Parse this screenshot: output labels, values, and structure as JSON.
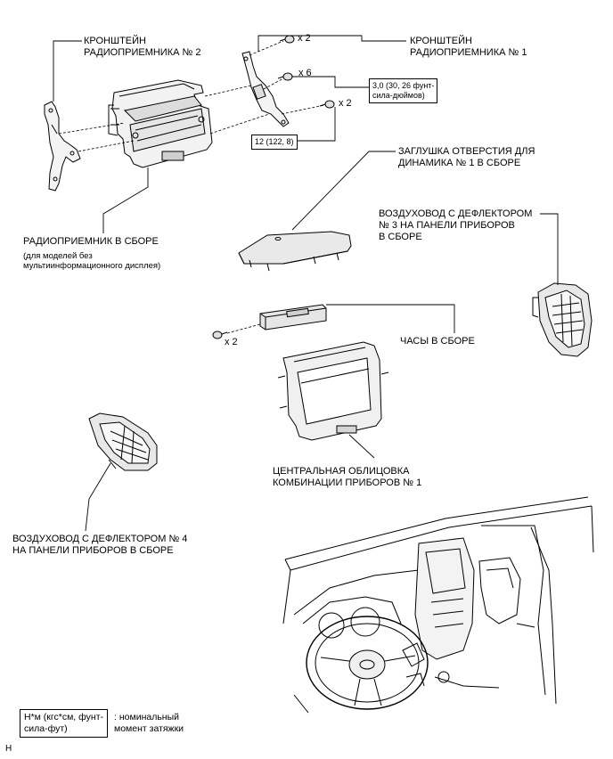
{
  "labels": {
    "bracket2": [
      "КРОНШТЕЙН",
      "РАДИОПРИЕМНИКА № 2"
    ],
    "bracket1": [
      "КРОНШТЕЙН",
      "РАДИОПРИЕМНИКА № 1"
    ],
    "radio": "РАДИОПРИЕМНИК В СБОРЕ",
    "radio_note": [
      "(для моделей без",
      "мультиинформационного дисплея)"
    ],
    "speaker_cover": [
      "ЗАГЛУШКА ОТВЕРСТИЯ ДЛЯ",
      "ДИНАМИКА № 1 В СБОРЕ"
    ],
    "vent3": [
      "ВОЗДУХОВОД С ДЕФЛЕКТОРОМ",
      "№ 3 НА ПАНЕЛИ ПРИБОРОВ",
      "В СБОРЕ"
    ],
    "clock": "ЧАСЫ В СБОРЕ",
    "center_panel": [
      "ЦЕНТРАЛЬНАЯ ОБЛИЦОВКА",
      "КОМБИНАЦИИ ПРИБОРОВ № 1"
    ],
    "vent4": [
      "ВОЗДУХОВОД С ДЕФЛЕКТОРОМ № 4",
      "НА ПАНЕЛИ ПРИБОРОВ В СБОРЕ"
    ]
  },
  "quantities": {
    "top_screw": "x 2",
    "mid_screw": "x 6",
    "lower_screw": "x 2",
    "clock_screw": "x 2"
  },
  "torque": {
    "t1": [
      "3,0 (30, 26 фунт-",
      "сила-дюймов)"
    ],
    "t2": "12 (122, 8)"
  },
  "legend": {
    "units": [
      "Н*м (кгс*см, фунт-",
      "сила-фут)"
    ],
    "meaning": [
      "номинальный",
      "момент затяжки"
    ],
    "separator": ":"
  },
  "corner_letter": "H"
}
